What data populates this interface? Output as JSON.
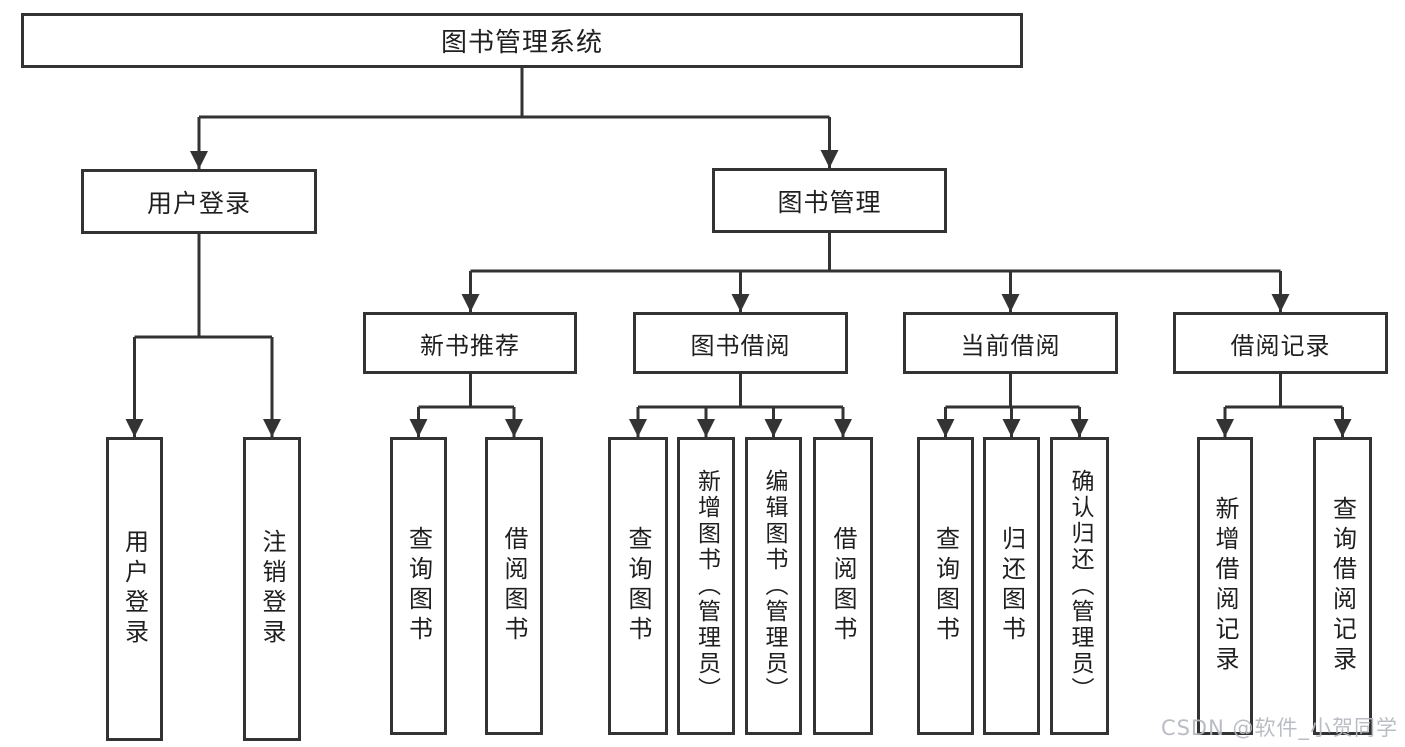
{
  "watermark": "CSDN @软件_小贺同学",
  "colors": {
    "line": "#333333",
    "border": "#333333",
    "text": "#1f1f1f",
    "watermark": "#b6bac0",
    "background": "#ffffff"
  },
  "diagram": {
    "type": "hierarchy-flowchart",
    "root": {
      "label": "图书管理系统"
    },
    "branches": [
      {
        "label": "用户登录",
        "leaves": [
          "用户登录",
          "注销登录"
        ]
      },
      {
        "label": "图书管理",
        "groups": [
          {
            "label": "新书推荐",
            "leaves": [
              "查询图书",
              "借阅图书"
            ]
          },
          {
            "label": "图书借阅",
            "leaves": [
              "查询图书",
              "新增图书（管理员）",
              "编辑图书（管理员）",
              "借阅图书"
            ]
          },
          {
            "label": "当前借阅",
            "leaves": [
              "查询图书",
              "归还图书",
              "确认归还（管理员）"
            ]
          },
          {
            "label": "借阅记录",
            "leaves": [
              "新增借阅记录",
              "查询借阅记录"
            ]
          }
        ]
      }
    ]
  }
}
